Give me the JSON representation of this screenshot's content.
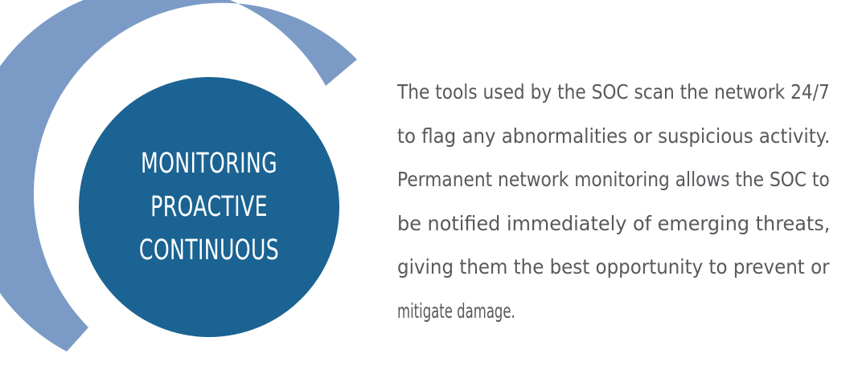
{
  "graphic": {
    "arc_color": "#7b9bc6",
    "circle_color": "#1b6392",
    "label_lines": [
      "MONITORING",
      "PROACTIVE",
      "CONTINUOUS"
    ]
  },
  "description": {
    "text_color": "#57595c",
    "lines": [
      "The tools used by the SOC scan the network 24/7",
      "to flag any abnormalities or suspicious activity.",
      "Permanent network monitoring allows the SOC to",
      "be notified immediately of emerging threats,",
      "giving them the best opportunity to prevent or",
      "mitigate damage."
    ]
  }
}
